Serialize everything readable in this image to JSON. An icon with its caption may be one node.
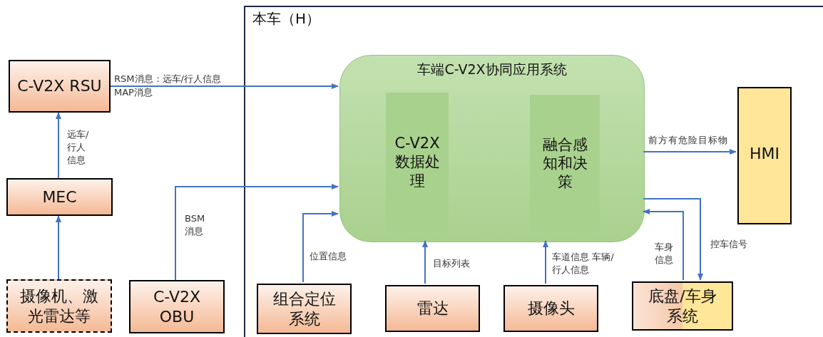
{
  "diagram": {
    "nodes": [
      {
        "text": [
          "本车（H）"
        ]
      },
      {
        "text": [
          "C-V2X RSU"
        ]
      },
      {
        "text": [
          "MEC"
        ]
      },
      {
        "text": [
          "摄像机、激光雷达等"
        ]
      },
      {
        "text": [
          "C-V2X OBU"
        ]
      },
      {
        "text": [
          "车端C-V2X协同应用系统"
        ],
        "in": 0
      },
      {
        "text": [
          "C-V2X 数据处理"
        ],
        "in": 5
      },
      {
        "text": [
          "融合感知和决策"
        ],
        "in": 5
      },
      {
        "text": [
          "HMI"
        ],
        "in": 0
      },
      {
        "text": [
          "组合定位系统"
        ],
        "in": 0
      },
      {
        "text": [
          "雷达"
        ],
        "in": 0
      },
      {
        "text": [
          "摄像头"
        ],
        "in": 0
      },
      {
        "text": [
          "底盘/车身系统"
        ],
        "in": 0
      }
    ],
    "edges": [
      {
        "from": 3,
        "to": 2,
        "arrow": "to"
      },
      {
        "from": 2,
        "to": 1,
        "arrow": "to",
        "label": "远车/行人信息"
      },
      {
        "from": 1,
        "to": 5,
        "arrow": "to",
        "label": "RSM消息：远车/行人信息 MAP消息"
      },
      {
        "from": 4,
        "to": 5,
        "arrow": "to",
        "label": "BSM消息"
      },
      {
        "from": 9,
        "to": 5,
        "arrow": "to",
        "label": "位置信息"
      },
      {
        "from": 10,
        "to": 5,
        "arrow": "to",
        "label": "目标列表"
      },
      {
        "from": 11,
        "to": 5,
        "arrow": "to",
        "label": "车道信息 车辆/行人信息"
      },
      {
        "from": 5,
        "to": 8,
        "arrow": "to",
        "label": "前方有危险目标物"
      },
      {
        "from": 12,
        "to": 5,
        "arrow": "to",
        "label": "车身信息"
      },
      {
        "from": 5,
        "to": 12,
        "arrow": "to",
        "label": "控车信号"
      }
    ]
  }
}
